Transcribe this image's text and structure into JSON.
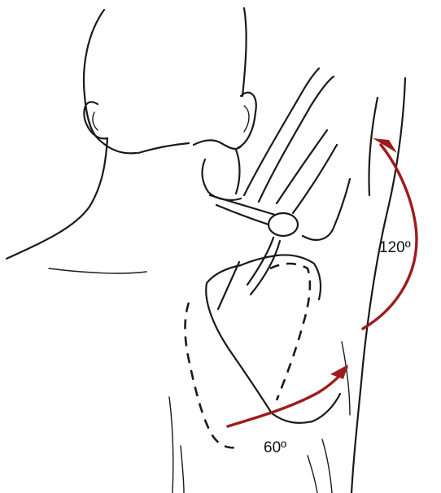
{
  "colors": {
    "ink": "#1a1a1a",
    "arrow": "#9e1b1b",
    "background": "#ffffff"
  },
  "angles": [
    {
      "value": 120,
      "label": "120º"
    },
    {
      "value": 60,
      "label": "60º"
    }
  ]
}
